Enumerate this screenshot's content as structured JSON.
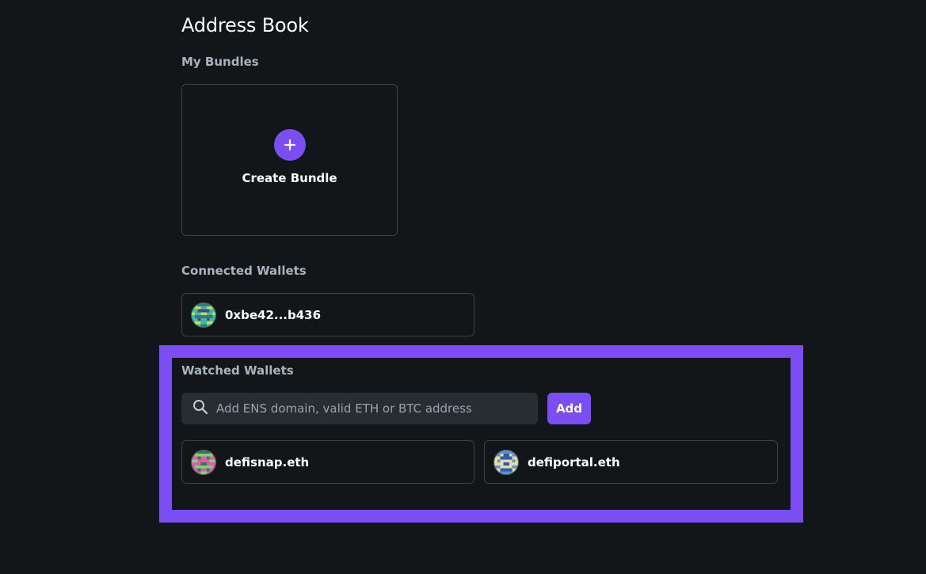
{
  "page": {
    "title": "Address Book"
  },
  "bundles": {
    "section_label": "My Bundles",
    "create_label": "Create Bundle"
  },
  "connected": {
    "section_label": "Connected Wallets",
    "wallets": [
      {
        "name": "0xbe42...b436",
        "avatar": "pixel-avatar-teal-green"
      }
    ]
  },
  "watched": {
    "section_label": "Watched Wallets",
    "search_placeholder": "Add ENS domain, valid ETH or BTC address",
    "search_value": "",
    "add_label": "Add",
    "wallets": [
      {
        "name": "defisnap.eth",
        "avatar": "pixel-avatar-pink-green"
      },
      {
        "name": "defiportal.eth",
        "avatar": "pixel-avatar-blue-tan"
      }
    ]
  },
  "colors": {
    "background": "#131619",
    "accent": "#7b4df5",
    "card_border": "#3a4147",
    "input_background": "#262d33",
    "muted_text": "#a9b3bc"
  },
  "icons": {
    "plus": "plus-icon",
    "search": "search-icon"
  }
}
